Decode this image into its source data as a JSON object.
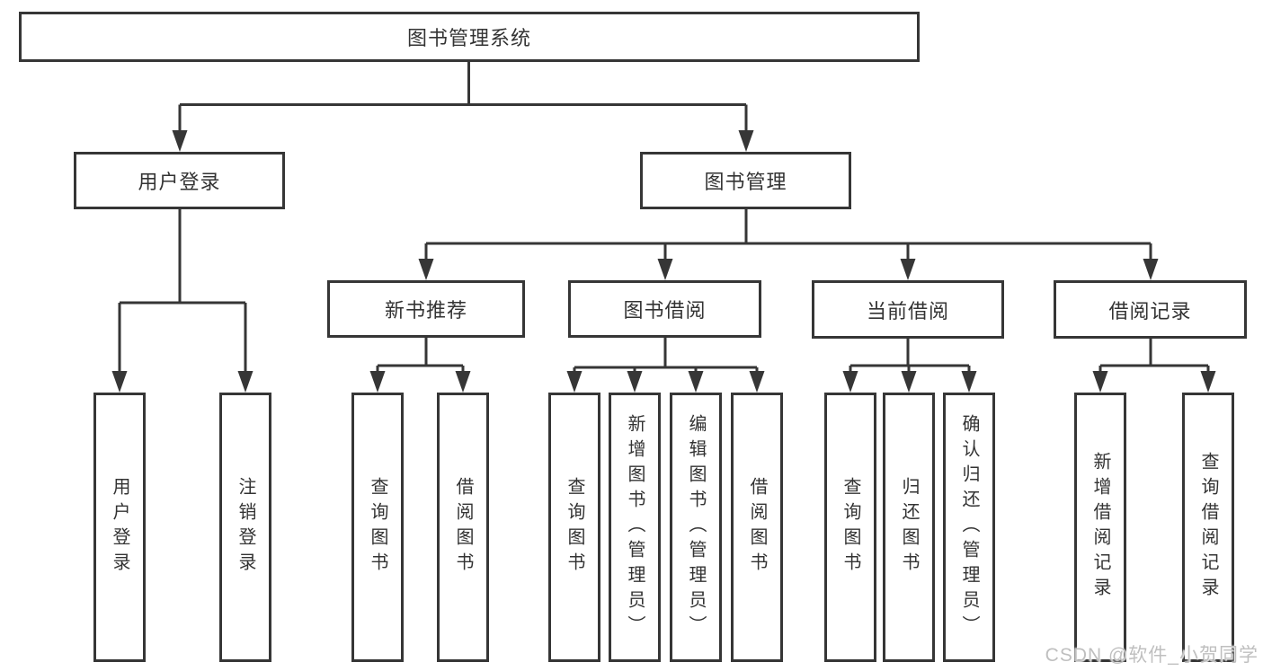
{
  "diagram": {
    "type": "hierarchy",
    "root": {
      "label": "图书管理系统",
      "children": [
        {
          "label": "用户登录",
          "children": [
            {
              "label": "用户登录"
            },
            {
              "label": "注销登录"
            }
          ]
        },
        {
          "label": "图书管理",
          "children": [
            {
              "label": "新书推荐",
              "children": [
                {
                  "label": "查询图书"
                },
                {
                  "label": "借阅图书"
                }
              ]
            },
            {
              "label": "图书借阅",
              "children": [
                {
                  "label": "查询图书"
                },
                {
                  "label": "新增图书（管理员）"
                },
                {
                  "label": "编辑图书（管理员）"
                },
                {
                  "label": "借阅图书"
                }
              ]
            },
            {
              "label": "当前借阅",
              "children": [
                {
                  "label": "查询图书"
                },
                {
                  "label": "归还图书"
                },
                {
                  "label": "确认归还（管理员）"
                }
              ]
            },
            {
              "label": "借阅记录",
              "children": [
                {
                  "label": "新增借阅记录"
                },
                {
                  "label": "查询借阅记录"
                }
              ]
            }
          ]
        }
      ]
    }
  },
  "watermark": {
    "text": "CSDN @软件_小贺同学"
  },
  "colors": {
    "line": "#363636",
    "box_background": "#ffffff",
    "text": "#333333",
    "watermark": "#bfbfbf"
  }
}
